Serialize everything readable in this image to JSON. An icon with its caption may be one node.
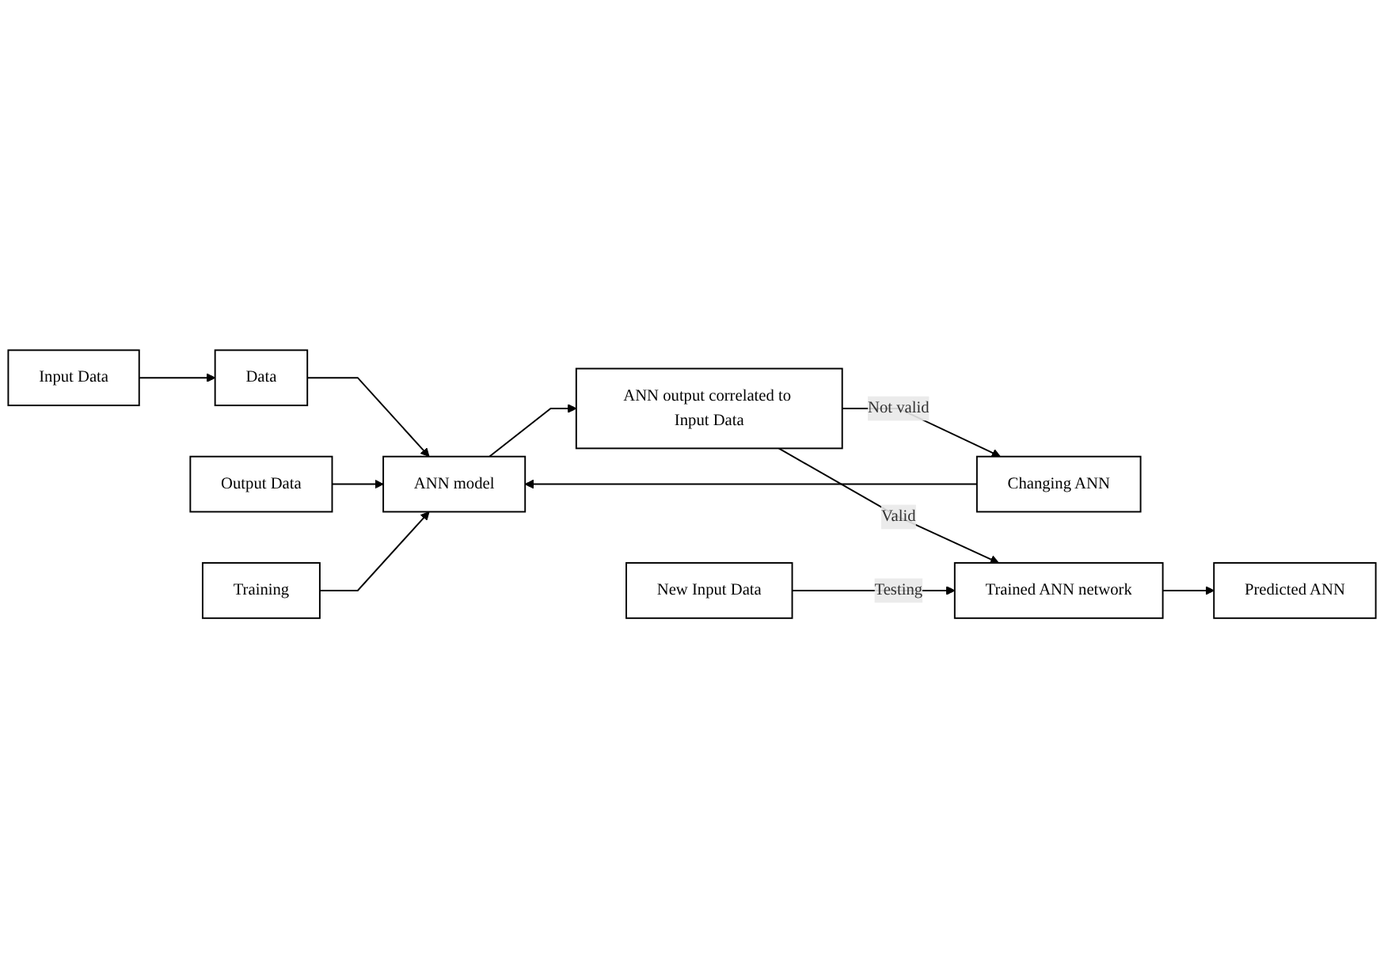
{
  "diagram": {
    "nodes": [
      {
        "text": [
          "Input Data"
        ]
      },
      {
        "text": [
          "Output Data"
        ]
      },
      {
        "text": [
          "Changing ANN"
        ]
      },
      {
        "text": [
          "Data"
        ]
      },
      {
        "text": [
          "ANN model"
        ]
      },
      {
        "text": [
          "Training"
        ]
      },
      {
        "text": [
          "ANN output correlated to Input Data"
        ]
      },
      {
        "text": [
          "Trained ANN network"
        ]
      },
      {
        "text": [
          "New Input Data"
        ]
      },
      {
        "text": [
          "Predicted ANN"
        ]
      }
    ],
    "edges": [
      {
        "from": 0,
        "to": 3,
        "arrow": "to"
      },
      {
        "from": 3,
        "to": 4,
        "arrow": "to"
      },
      {
        "from": 1,
        "to": 4,
        "arrow": "to"
      },
      {
        "from": 5,
        "to": 4,
        "arrow": "to"
      },
      {
        "from": 2,
        "to": 4,
        "arrow": "to"
      },
      {
        "from": 4,
        "to": 6,
        "arrow": "to"
      },
      {
        "from": 6,
        "to": 2,
        "arrow": "to",
        "label": "Not valid"
      },
      {
        "from": 6,
        "to": 7,
        "arrow": "to",
        "label": "Valid"
      },
      {
        "from": 8,
        "to": 7,
        "arrow": "to",
        "label": "Testing"
      },
      {
        "from": 7,
        "to": 9,
        "arrow": "to"
      }
    ]
  }
}
